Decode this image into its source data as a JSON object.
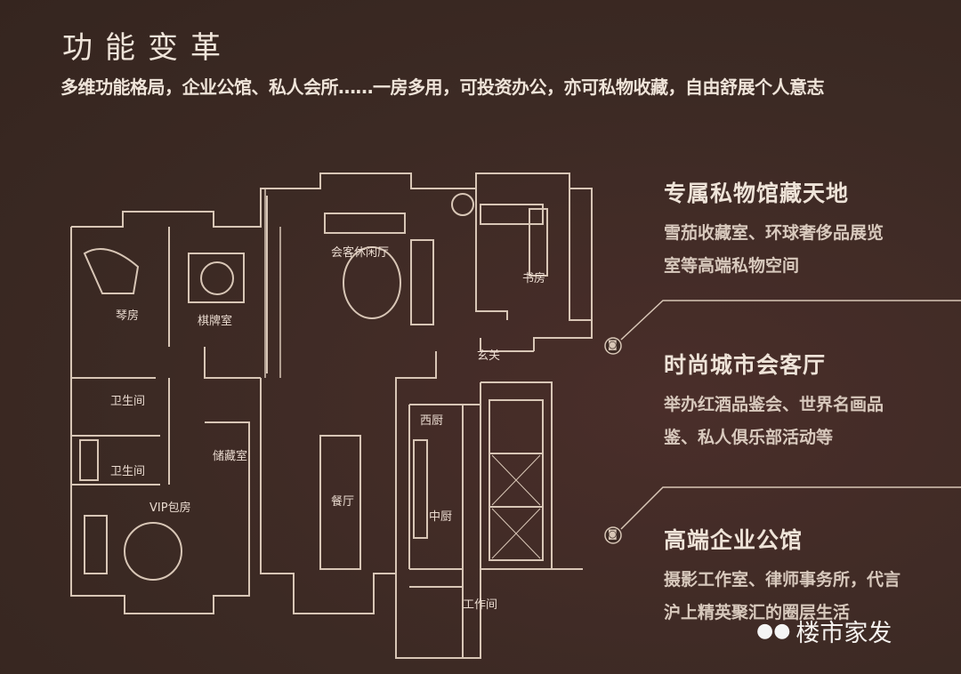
{
  "header": {
    "title": "功能变革",
    "subtitle": "多维功能格局，企业公馆、私人会所……一房多用，可投资办公，亦可私物收藏，自由舒展个人意志"
  },
  "rooms": {
    "piano": "琴房",
    "chess": "棋牌室",
    "lounge": "会客休闲厅",
    "study": "书房",
    "foyer": "玄关",
    "bath1": "卫生间",
    "bath2": "卫生间",
    "storage": "储藏室",
    "dining": "餐厅",
    "western_kitchen": "西厨",
    "chinese_kitchen": "中厨",
    "vip": "VIP包房",
    "workroom": "工作间"
  },
  "features": [
    {
      "title": "专属私物馆藏天地",
      "lines": [
        "雪茄收藏室、环球奢侈品展览",
        "室等高端私物空间"
      ]
    },
    {
      "title": "时尚城市会客厅",
      "lines": [
        "举办红酒品鉴会、世界名画品",
        "鉴、私人俱乐部活动等"
      ]
    },
    {
      "title": "高端企业公馆",
      "lines": [
        "摄影工作室、律师事务所，代言",
        "沪上精英聚汇的圈层生活"
      ]
    }
  ],
  "watermark": "楼市家发",
  "colors": {
    "background": "#3c2a24",
    "line": "#d8c6b6",
    "text": "#efe4d9"
  }
}
